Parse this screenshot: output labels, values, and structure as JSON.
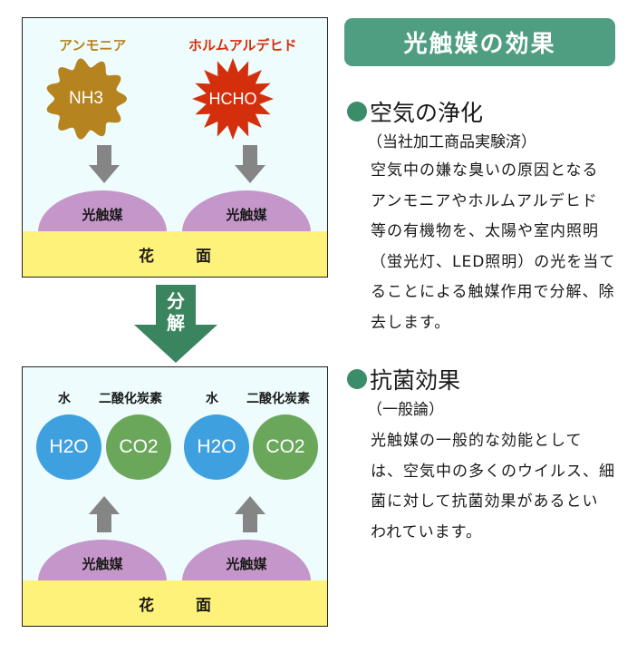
{
  "diagram": {
    "before": {
      "pollutants": [
        {
          "name": "アンモニア",
          "formula": "NH3",
          "color": "#b5841f"
        },
        {
          "name": "ホルムアルデヒド",
          "formula": "HCHO",
          "color": "#d42f0c"
        }
      ],
      "catalyst_label": "光触媒",
      "surface_label": "花 面"
    },
    "process_label": "分解",
    "process_label_lines": [
      "分",
      "解"
    ],
    "after": {
      "products": [
        {
          "name": "水",
          "formula": "H2O",
          "color": "#3fa0e0"
        },
        {
          "name": "二酸化炭素",
          "formula": "CO2",
          "color": "#6aa75b"
        },
        {
          "name": "水",
          "formula": "H2O",
          "color": "#3fa0e0"
        },
        {
          "name": "二酸化炭素",
          "formula": "CO2",
          "color": "#6aa75b"
        }
      ],
      "catalyst_label": "光触媒",
      "surface_label": "花 面"
    },
    "colors": {
      "panel_bg": "#eefcfd",
      "surface": "#fff27a",
      "catalyst": "#c596c9",
      "arrow_gray": "#858585",
      "accent_green": "#3a8460"
    }
  },
  "info": {
    "title": "光触媒の効果",
    "sections": [
      {
        "heading": "空気の浄化",
        "subheading": "（当社加工商品実験済）",
        "body_lines": [
          "空気中の嫌な臭いの原因となる",
          "アンモニアやホルムアルデヒド",
          "等の有機物を、太陽や室内照明",
          "（蛍光灯、LED照明）の光を当て",
          "ることによる触媒作用で分解、除",
          "去します。"
        ]
      },
      {
        "heading": "抗菌効果",
        "subheading": "（一般論）",
        "body_lines": [
          "光触媒の一般的な効能として",
          "は、空気中の多くのウイルス、細",
          "菌に対して抗菌効果があるとい",
          "われています。"
        ]
      }
    ]
  }
}
